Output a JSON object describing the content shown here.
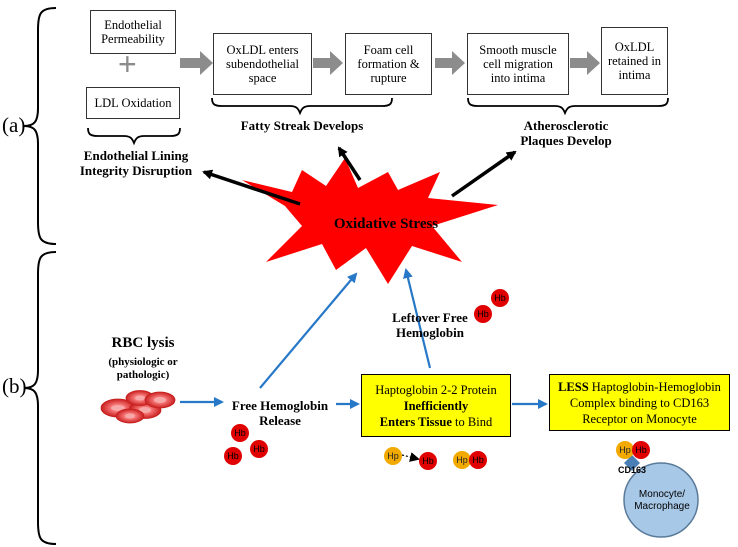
{
  "panel_labels": {
    "a": "(a)",
    "b": "(b)"
  },
  "panel_a": {
    "box_permeability": [
      "Endothelial",
      "Permeability"
    ],
    "plus": "+",
    "box_ldl_oxidation": "LDL Oxidation",
    "box_oxldl_enters": [
      "OxLDL enters",
      "subendothelial",
      "space"
    ],
    "box_foam_cell": [
      "Foam cell",
      "formation &",
      "rupture"
    ],
    "box_smooth_muscle": [
      "Smooth muscle",
      "cell migration",
      "into intima"
    ],
    "box_oxldl_retained": [
      "OxLDL",
      "retained in",
      "intima"
    ],
    "label_endothelial": [
      "Endothelial Lining",
      "Integrity Disruption"
    ],
    "label_fatty_streak": "Fatty Streak Develops",
    "label_plaques": [
      "Atherosclerotic",
      "Plaques Develop"
    ],
    "center": "Oxidative Stress"
  },
  "panel_b": {
    "rbc_title": "RBC lysis",
    "rbc_sub": [
      "(physiologic or",
      "pathologic)"
    ],
    "free_hb": [
      "Free Hemoglobin",
      "Release"
    ],
    "leftover": [
      "Leftover Free",
      "Hemoglobin"
    ],
    "box_haptoglobin": {
      "line1": "Haptoglobin 2-2 Protein",
      "line2": "Inefficiently",
      "line3_bold": "Enters Tissue",
      "line3_rest": " to Bind"
    },
    "box_less": {
      "bold": "LESS",
      "line1_rest": " Haptoglobin-Hemoglobin",
      "line2": "Complex binding to CD163",
      "line3": "Receptor on Monocyte"
    },
    "hb": "Hb",
    "hp": "Hp",
    "cd163": "CD163",
    "monocyte": [
      "Monocyte/",
      "Macrophage"
    ]
  },
  "colors": {
    "arrow_gray": "#8c8c8c",
    "arrow_blue": "#2878c8",
    "burst_red": "#ff0000",
    "highlight_yellow": "#ffff00",
    "hb_red": "#e00000",
    "hp_orange": "#f2a900",
    "monocyte_blue": "#a8c8e8",
    "cd163_blue": "#4a7fb5"
  }
}
